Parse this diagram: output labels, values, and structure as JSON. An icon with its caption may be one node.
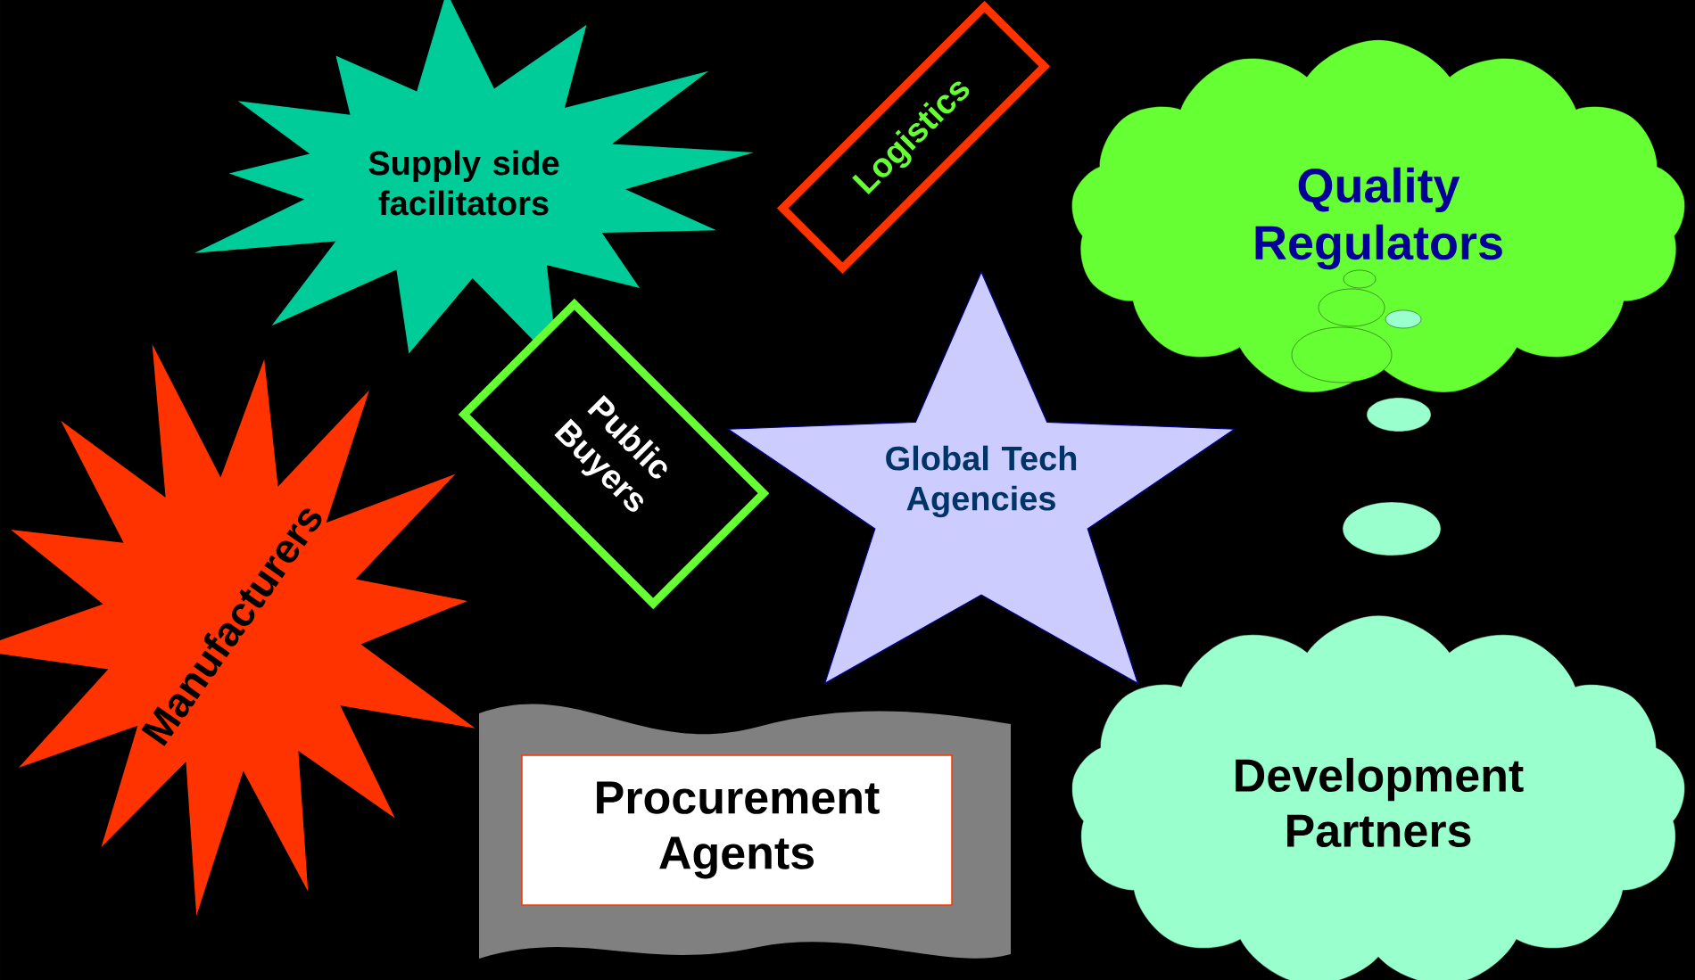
{
  "diagram": {
    "nodes": [
      {
        "text": [
          "Supply side facilitators"
        ]
      },
      {
        "text": [
          "Logistics"
        ]
      },
      {
        "text": [
          "Quality Regulators"
        ]
      },
      {
        "text": [
          "Public Buyers"
        ]
      },
      {
        "text": [
          "Global Tech Agencies"
        ]
      },
      {
        "text": [
          "Manufacturers"
        ]
      },
      {
        "text": [
          "Procurement Agents"
        ]
      },
      {
        "text": [
          "Development Partners"
        ]
      }
    ]
  }
}
